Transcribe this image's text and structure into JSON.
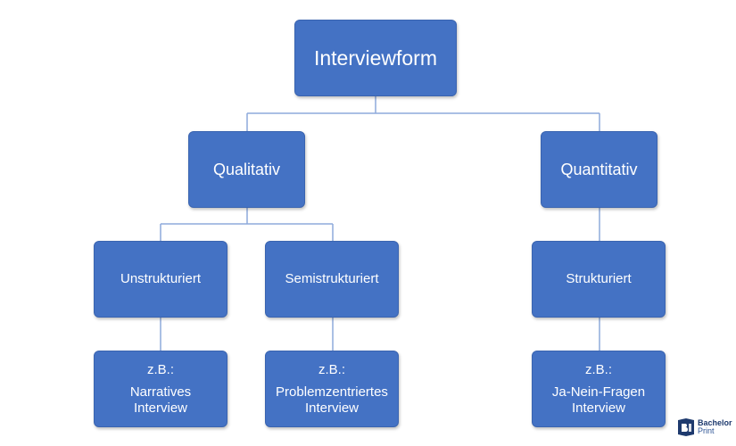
{
  "colors": {
    "node_fill": "#4472c4",
    "node_border": "#3a64b0",
    "connector": "#8eaadb",
    "text": "#ffffff",
    "logo": "#1e3a6e"
  },
  "root": {
    "label": "Interviewform"
  },
  "qualitativ": {
    "label": "Qualitativ",
    "unstrukturiert": {
      "label": "Unstrukturiert",
      "example": {
        "prefix": "z.B.:",
        "line1": "Narratives",
        "line2": "Interview"
      }
    },
    "semistrukturiert": {
      "label": "Semistrukturiert",
      "example": {
        "prefix": "z.B.:",
        "line1": "Problemzentriertes",
        "line2": "Interview"
      }
    }
  },
  "quantitativ": {
    "label": "Quantitativ",
    "strukturiert": {
      "label": "Strukturiert",
      "example": {
        "prefix": "z.B.:",
        "line1": "Ja-Nein-Fragen",
        "line2": "Interview"
      }
    }
  },
  "logo": {
    "line1": "Bachelor",
    "line2": "Print",
    "icon": "bachelorprint-logo-icon"
  }
}
